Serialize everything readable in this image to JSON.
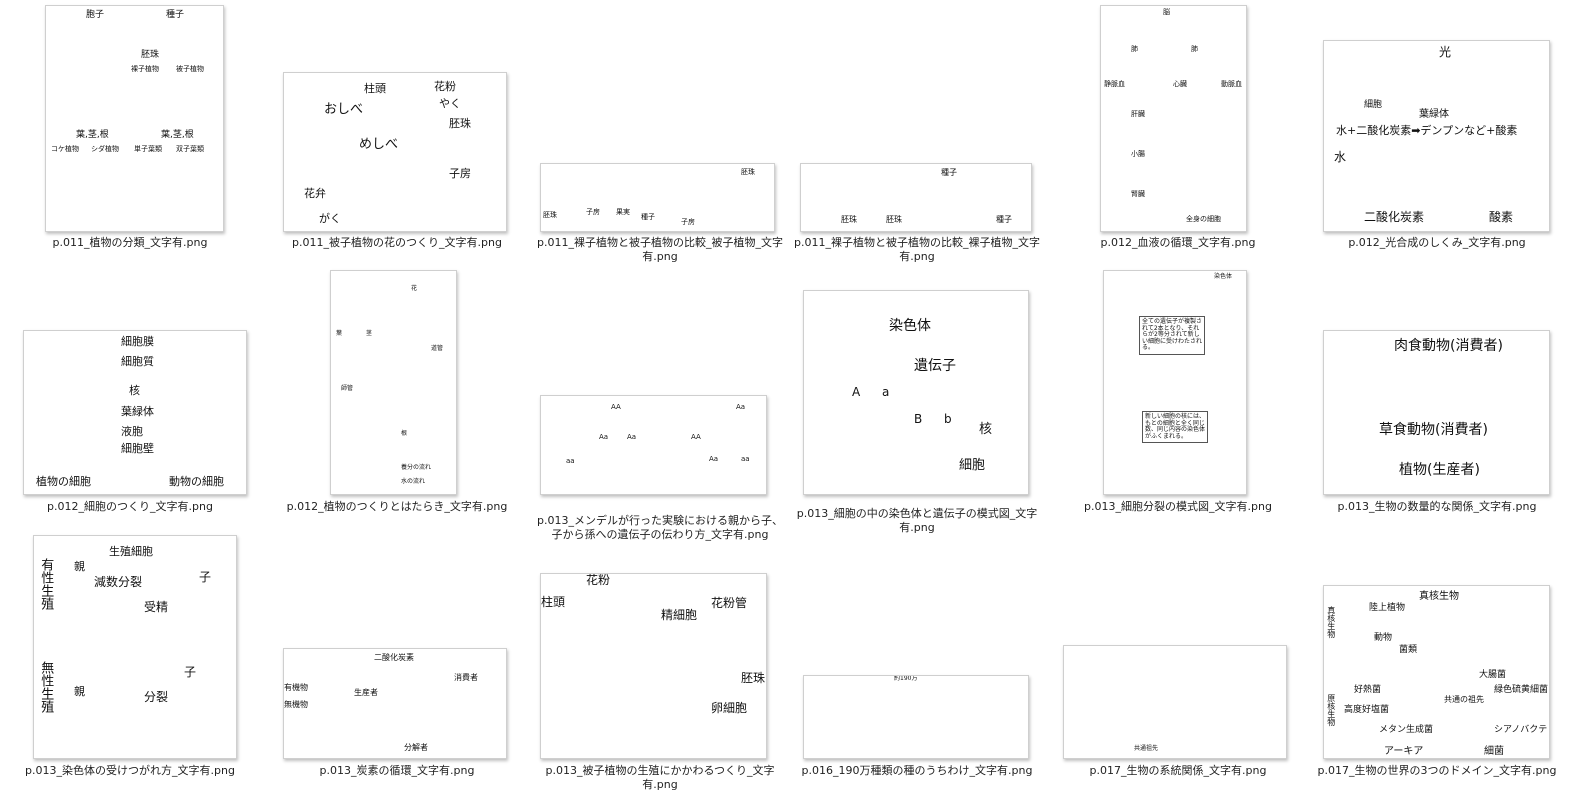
{
  "files": [
    {
      "caption": "p.011_植物の分類_文字有.png",
      "labels": [
        "胞子",
        "種子",
        "胚珠",
        "葉,茎,根",
        "葉,茎,根",
        "コケ植物",
        "シダ植物",
        "単子葉類",
        "双子葉類",
        "裸子植物",
        "被子植物"
      ]
    },
    {
      "caption": "p.011_被子植物の花のつくり_文字有.png",
      "labels": [
        "柱頭",
        "花粉",
        "やく",
        "おしべ",
        "めしべ",
        "胚珠",
        "子房",
        "花弁",
        "がく"
      ]
    },
    {
      "caption": "p.011_裸子植物と被子植物の比較_被子植物_文字有.png",
      "labels": [
        "胚珠",
        "子房",
        "果実",
        "種子",
        "子房",
        "胚珠"
      ]
    },
    {
      "caption": "p.011_裸子植物と被子植物の比較_裸子植物_文字有.png",
      "labels": [
        "胚珠",
        "種子",
        "胚珠",
        "種子"
      ]
    },
    {
      "caption": "p.012_血液の循環_文字有.png",
      "labels": [
        "脳",
        "肺",
        "肺",
        "心臓",
        "肝臓",
        "小腸",
        "腎臓",
        "全身の細胞",
        "静脈血",
        "動脈血"
      ]
    },
    {
      "caption": "p.012_光合成のしくみ_文字有.png",
      "labels": [
        "光",
        "細胞",
        "葉緑体",
        "水+二酸化炭素➡デンプンなど+酸素",
        "水",
        "二酸化炭素",
        "酸素"
      ]
    },
    {
      "caption": "p.012_細胞のつくり_文字有.png",
      "labels": [
        "細胞膜",
        "細胞質",
        "核",
        "葉緑体",
        "液胞",
        "細胞壁",
        "植物の細胞",
        "動物の細胞"
      ]
    },
    {
      "caption": "p.012_植物のつくりとはたらき_文字有.png",
      "labels": [
        "花",
        "葉",
        "茎",
        "根",
        "師管",
        "道管",
        "養分の流れ",
        "水の流れ"
      ]
    },
    {
      "caption": "p.013_メンデルが行った実験における親から子、子から孫への遺伝子の伝わり方_文字有.png",
      "labels": [
        "AA",
        "aa",
        "Aa",
        "Aa",
        "AA",
        "Aa",
        "Aa",
        "aa"
      ]
    },
    {
      "caption": "p.013_細胞の中の染色体と遺伝子の模式図_文字有.png",
      "labels": [
        "染色体",
        "遺伝子",
        "A",
        "a",
        "B",
        "b",
        "核",
        "細胞"
      ]
    },
    {
      "caption": "p.013_細胞分裂の模式図_文字有.png",
      "labels": [
        "染色体",
        "全ての遺伝子が複製されて2本となり、それらが2等分されて新しい細胞に受けわたされる。",
        "新しい細胞の核には、もとの細胞と全く同じ数、同じ内容の染色体がふくまれる。"
      ]
    },
    {
      "caption": "p.013_生物の数量的な関係_文字有.png",
      "labels": [
        "肉食動物(消費者)",
        "草食動物(消費者)",
        "植物(生産者)"
      ]
    },
    {
      "caption": "p.013_染色体の受けつがれ方_文字有.png",
      "labels": [
        "有性生殖",
        "無性生殖",
        "親",
        "生殖細胞",
        "減数分裂",
        "受精",
        "子",
        "親",
        "分裂",
        "子"
      ]
    },
    {
      "caption": "p.013_炭素の循環_文字有.png",
      "labels": [
        "二酸化炭素",
        "有機物",
        "無機物",
        "生産者",
        "消費者",
        "分解者"
      ]
    },
    {
      "caption": "p.013_被子植物の生殖にかかわるつくり_文字有.png",
      "labels": [
        "花粉",
        "柱頭",
        "精細胞",
        "花粉管",
        "胚珠",
        "卵細胞"
      ]
    },
    {
      "caption": "p.016_190万種類の種のうちわけ_文字有.png",
      "labels": [
        "約190万"
      ]
    },
    {
      "caption": "p.017_生物の系統関係_文字有.png",
      "labels": [
        "共通祖先"
      ]
    },
    {
      "caption": "p.017_生物の世界の3つのドメイン_文字有.png",
      "labels": [
        "真核生物",
        "陸上植物",
        "動物",
        "菌類",
        "大腸菌",
        "好熱菌",
        "高度好塩菌",
        "メタン生成菌",
        "緑色硫黄細菌",
        "シアノバクテリア",
        "アーキア",
        "細菌",
        "共通の祖先",
        "真核生物",
        "原核生物"
      ]
    }
  ]
}
